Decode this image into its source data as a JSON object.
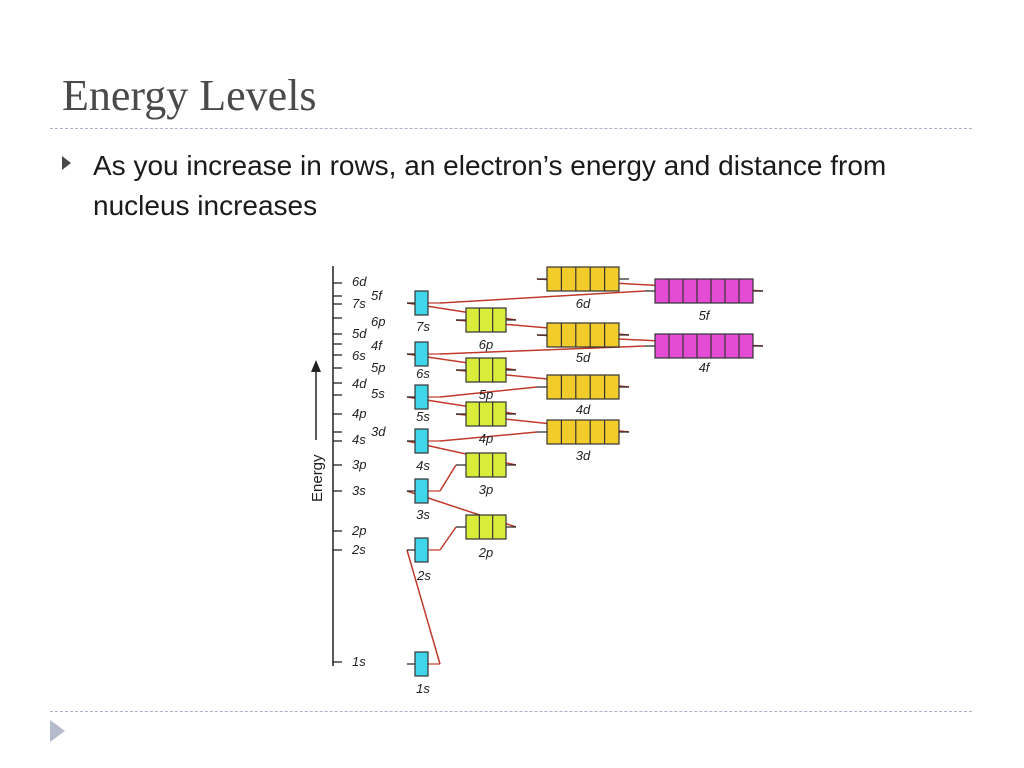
{
  "slide": {
    "title": "Energy Levels",
    "bullet": "As you increase in rows, an electron’s energy and distance from nucleus increases"
  },
  "icons": {
    "bullet": "triangle-bullet-icon",
    "nav": "slide-nav-arrow-icon"
  },
  "diagram": {
    "axis_label": "Energy",
    "colors": {
      "s": "#3ed6e8",
      "p": "#d9ec3a",
      "d": "#f2cc2a",
      "f": "#e54cd6",
      "line": "#c0392b"
    },
    "axis_ticks": [
      "6d",
      "5f",
      "7s",
      "6p",
      "5d",
      "4f",
      "6s",
      "5p",
      "4d",
      "5s",
      "4p",
      "3d",
      "4s",
      "3p",
      "3s",
      "2p",
      "2s",
      "1s"
    ],
    "orbitals": [
      {
        "label": "1s",
        "boxes": 1
      },
      {
        "label": "2s",
        "boxes": 1
      },
      {
        "label": "2p",
        "boxes": 3
      },
      {
        "label": "3s",
        "boxes": 1
      },
      {
        "label": "3p",
        "boxes": 3
      },
      {
        "label": "4s",
        "boxes": 1
      },
      {
        "label": "3d",
        "boxes": 5
      },
      {
        "label": "4p",
        "boxes": 3
      },
      {
        "label": "5s",
        "boxes": 1
      },
      {
        "label": "4d",
        "boxes": 5
      },
      {
        "label": "5p",
        "boxes": 3
      },
      {
        "label": "6s",
        "boxes": 1
      },
      {
        "label": "4f",
        "boxes": 7
      },
      {
        "label": "5d",
        "boxes": 5
      },
      {
        "label": "6p",
        "boxes": 3
      },
      {
        "label": "7s",
        "boxes": 1
      },
      {
        "label": "5f",
        "boxes": 7
      },
      {
        "label": "6d",
        "boxes": 5
      }
    ]
  }
}
